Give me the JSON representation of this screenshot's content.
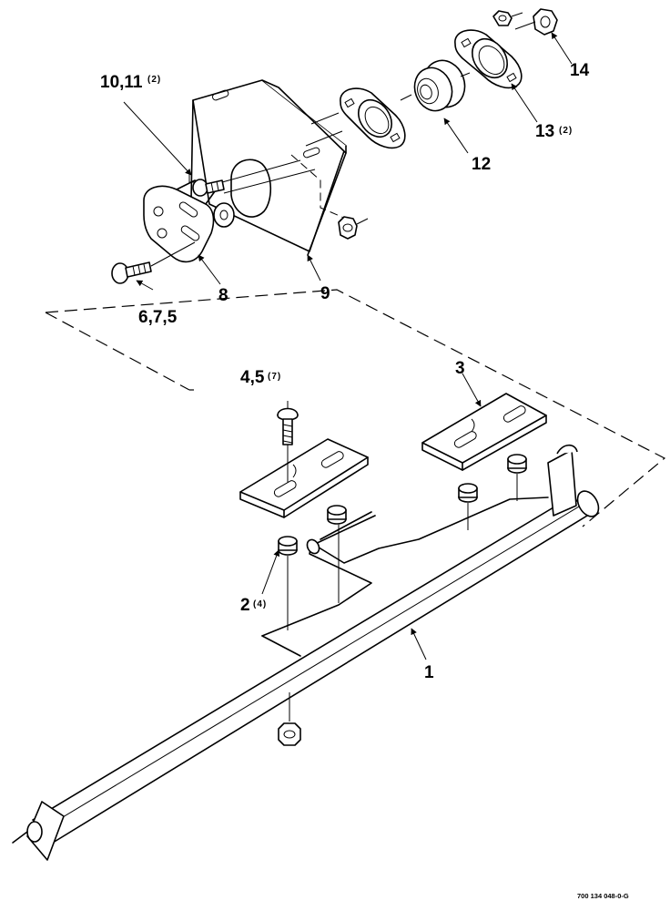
{
  "callouts": {
    "c1": "1",
    "c2": "2",
    "c2_qty": "(4)",
    "c3": "3",
    "c4": "4,5",
    "c4_qty": "(7)",
    "c6": "6,7,5",
    "c8": "8",
    "c9": "9",
    "c10": "10,11",
    "c10_qty": "(2)",
    "c12": "12",
    "c13": "13",
    "c13_qty": "(2)",
    "c14": "14"
  },
  "drawing_number": "700 134 048-0-G"
}
